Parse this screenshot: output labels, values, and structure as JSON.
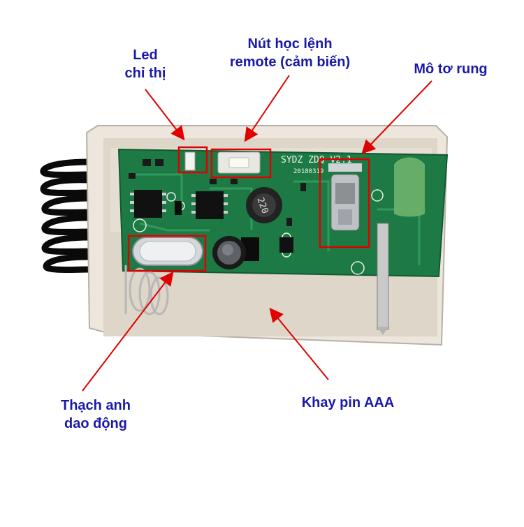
{
  "labels": {
    "led": {
      "line1": "Led",
      "line2": "chỉ thị"
    },
    "button": {
      "line1": "Nút học lệnh",
      "line2": "remote (cảm biến)"
    },
    "motor": {
      "line1": "Mô tơ rung"
    },
    "crystal": {
      "line1": "Thạch anh",
      "line2": "dao động"
    },
    "battery": {
      "line1": "Khay pin AAA"
    }
  },
  "board_markings": {
    "brand": "SYDZ ZDQ V2.1",
    "date": "20180319",
    "inductor": "220"
  },
  "colors": {
    "label_text": "#1a1aa8",
    "arrow": "#e00000",
    "highlight_box": "#e00000",
    "case": "#ece6dc",
    "pcb": "#1d7a45"
  },
  "icons": {
    "antenna": "antenna-wire",
    "crystal": "crystal-oscillator",
    "motor": "vibration-motor",
    "spring": "battery-spring"
  }
}
